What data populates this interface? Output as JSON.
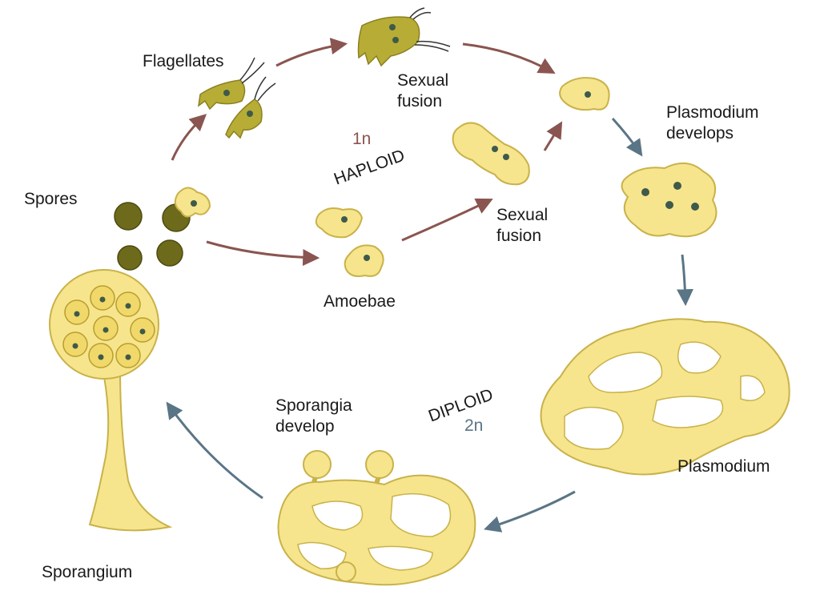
{
  "labels": {
    "flagellates": "Flagellates",
    "sexual_fusion_top_line1": "Sexual",
    "sexual_fusion_top_line2": "fusion",
    "sexual_fusion_mid_line1": "Sexual",
    "sexual_fusion_mid_line2": "fusion",
    "plasmodium_develops_line1": "Plasmodium",
    "plasmodium_develops_line2": "develops",
    "spores": "Spores",
    "amoebae": "Amoebae",
    "plasmodium": "Plasmodium",
    "sporangia_develop_line1": "Sporangia",
    "sporangia_develop_line2": "develop",
    "sporangium": "Sporangium"
  },
  "phases": {
    "haploid_ploidy": "1n",
    "haploid_label": "HAPLOID",
    "diploid_label": "DIPLOID",
    "diploid_ploidy": "2n"
  },
  "colors": {
    "cell_fill": "#f6e58d",
    "cell_stroke": "#c9b24a",
    "nucleus": "#3f5a4a",
    "flagellate_fill": "#b7ad36",
    "spore_dark": "#6e6a1c",
    "arrow_haploid": "#8a5550",
    "arrow_diploid": "#5a7585"
  }
}
